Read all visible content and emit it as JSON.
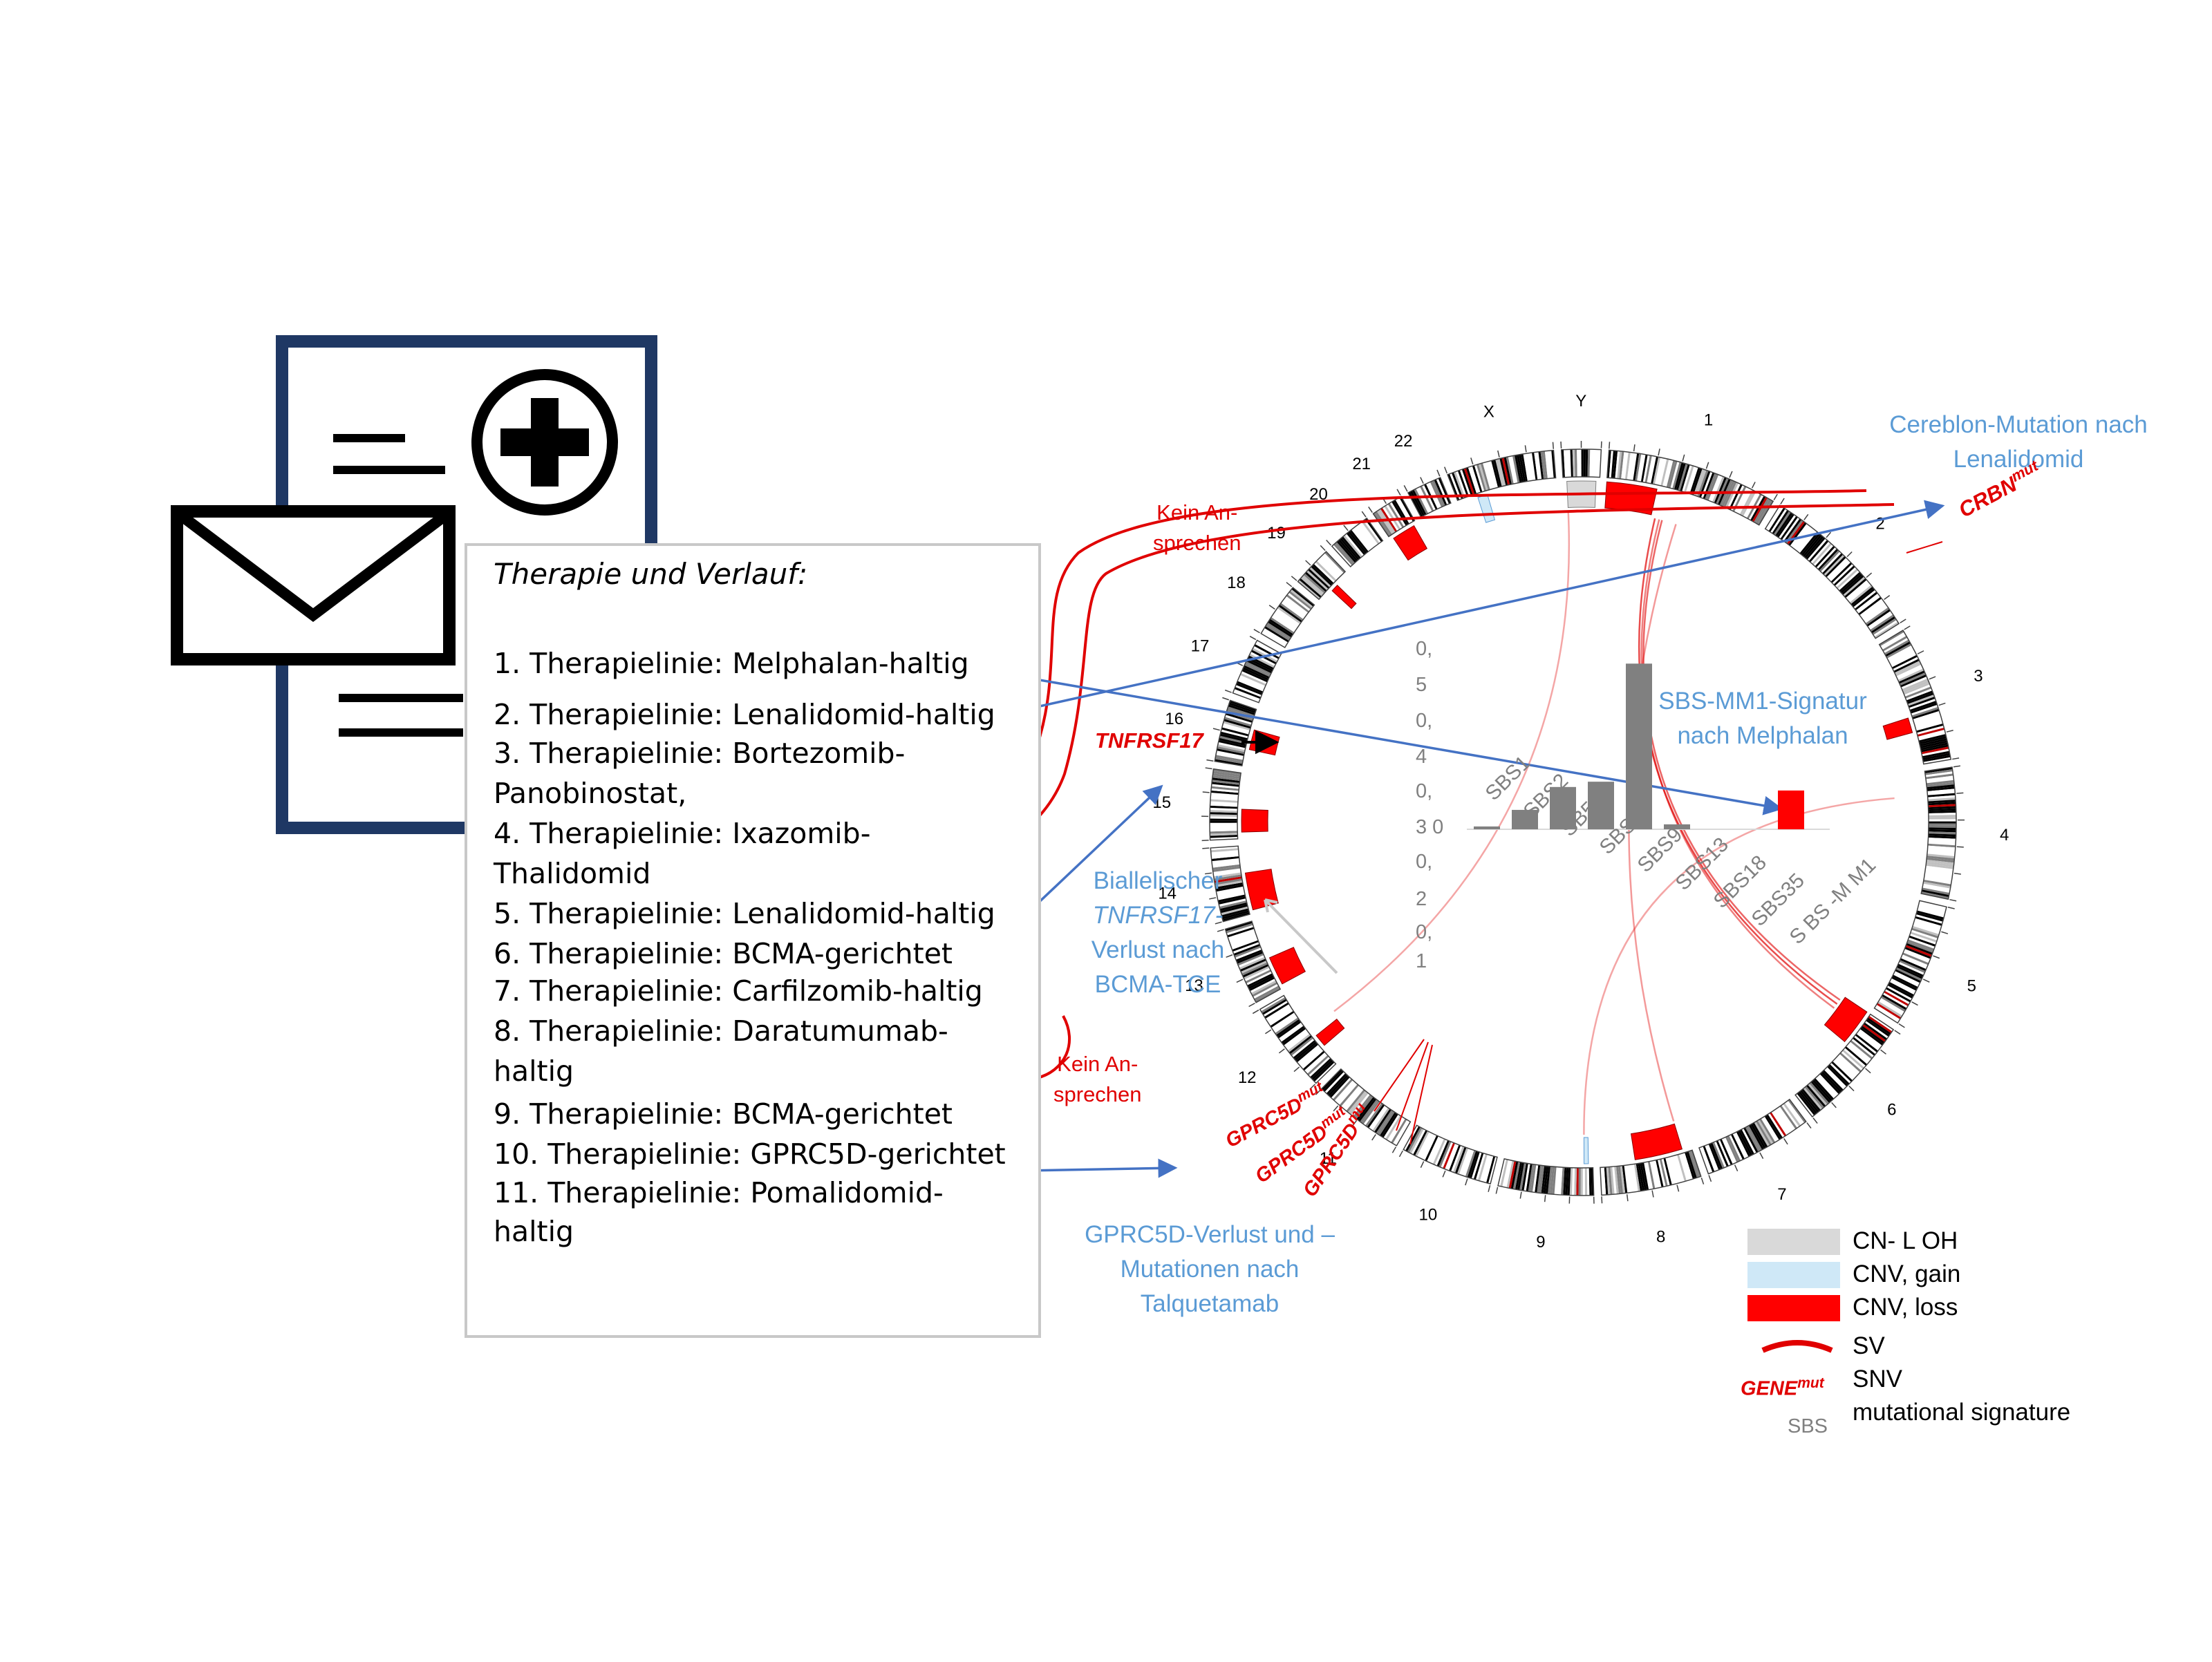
{
  "therapy": {
    "title": "Therapie und Verlauf:",
    "lines": [
      "1. Therapielinie: Melphalan-haltig",
      "2. Therapielinie: Lenalidomid-haltig",
      "3. Therapielinie: Bortezomib-",
      "Panobinostat,",
      "4. Therapielinie: Ixazomib-",
      "Thalidomid",
      "5. Therapielinie: Lenalidomid-haltig",
      "6. Therapielinie: BCMA-gerichtet",
      "7. Therapielinie: Carfilzomib-haltig",
      "8. Therapielinie: Daratumumab-",
      "haltig",
      "9. Therapielinie: BCMA-gerichtet",
      "10. Therapielinie: GPRC5D-gerichtet",
      "11. Therapielinie: Pomalidomid-",
      "haltig"
    ]
  },
  "annotations": {
    "kein_ansprechen_top": [
      "Kein An-",
      "sprechen"
    ],
    "kein_ansprechen_bottom": [
      "Kein An-",
      "sprechen"
    ],
    "cereblon": [
      "Cereblon-Mutation nach",
      "Lenalidomid"
    ],
    "sbs_mm1": [
      "SBS-MM1-Signatur",
      "nach Melphalan"
    ],
    "tnfrsf17_loss": [
      "Biallelischer",
      "TNFRSF17-",
      "Verlust nach",
      "BCMA-TCE"
    ],
    "gprc5d_loss": [
      "GPRC5D-Verlust und –",
      "Mutationen nach",
      "Talquetamab"
    ]
  },
  "genes": {
    "crbn": "CRBN",
    "crbn_sup": "mut",
    "tnfrsf17": "TNFRSF17",
    "gprc5d_1": "GPRC5D",
    "gprc5d_1_sup": "mut",
    "gprc5d_2": "GPRC5D",
    "gprc5d_2_sup": "mut",
    "gprc5d_3": "GPRC5D",
    "gprc5d_3_sup": "mu"
  },
  "chromosomes": [
    "1",
    "2",
    "3",
    "4",
    "5",
    "6",
    "7",
    "8",
    "9",
    "10",
    "11",
    "12",
    "13",
    "14",
    "15",
    "16",
    "17",
    "18",
    "19",
    "20",
    "21",
    "22",
    "X",
    "Y"
  ],
  "chart_data": {
    "type": "bar",
    "categories": [
      "SBS1",
      "SBS2",
      "SBS5",
      "SBS8",
      "SBS9",
      "SBS13",
      "SBS18",
      "SBS35",
      "SBS-MM1"
    ],
    "category_labels_shown": [
      "SBS1",
      "SBS2",
      "SB5",
      "SBS8",
      "SBS9",
      "SBS13",
      "SBS18",
      "SBS35",
      "S BS -M M1"
    ],
    "values": [
      0.008,
      0.055,
      0.12,
      0.135,
      0.47,
      0.014,
      0.0,
      0.0,
      0.11
    ],
    "highlight_color": "#ff0000",
    "bar_color": "#808080",
    "ytick_labels": [
      "0,",
      "5",
      "0,",
      "4",
      "0,",
      "3 0",
      "0,",
      "2",
      "0,",
      "1"
    ],
    "ylim": [
      0,
      0.5
    ]
  },
  "legend": [
    {
      "label": "CN- L OH",
      "color": "#d9d9d9"
    },
    {
      "label": "CNV, gain",
      "color": "#cfe8f7"
    },
    {
      "label": "CNV, loss",
      "color": "#ff0000"
    },
    {
      "label": "SV",
      "color": "#e00000"
    },
    {
      "label": "SNV",
      "marker": "GENE",
      "marker_sup": "mut"
    },
    {
      "label": "mutational signature",
      "marker": "SBS"
    }
  ],
  "colors": {
    "accent_blue": "#4472c4",
    "annotation_blue": "#5b9bd5",
    "red": "#e00000",
    "navy": "#1f3864"
  }
}
